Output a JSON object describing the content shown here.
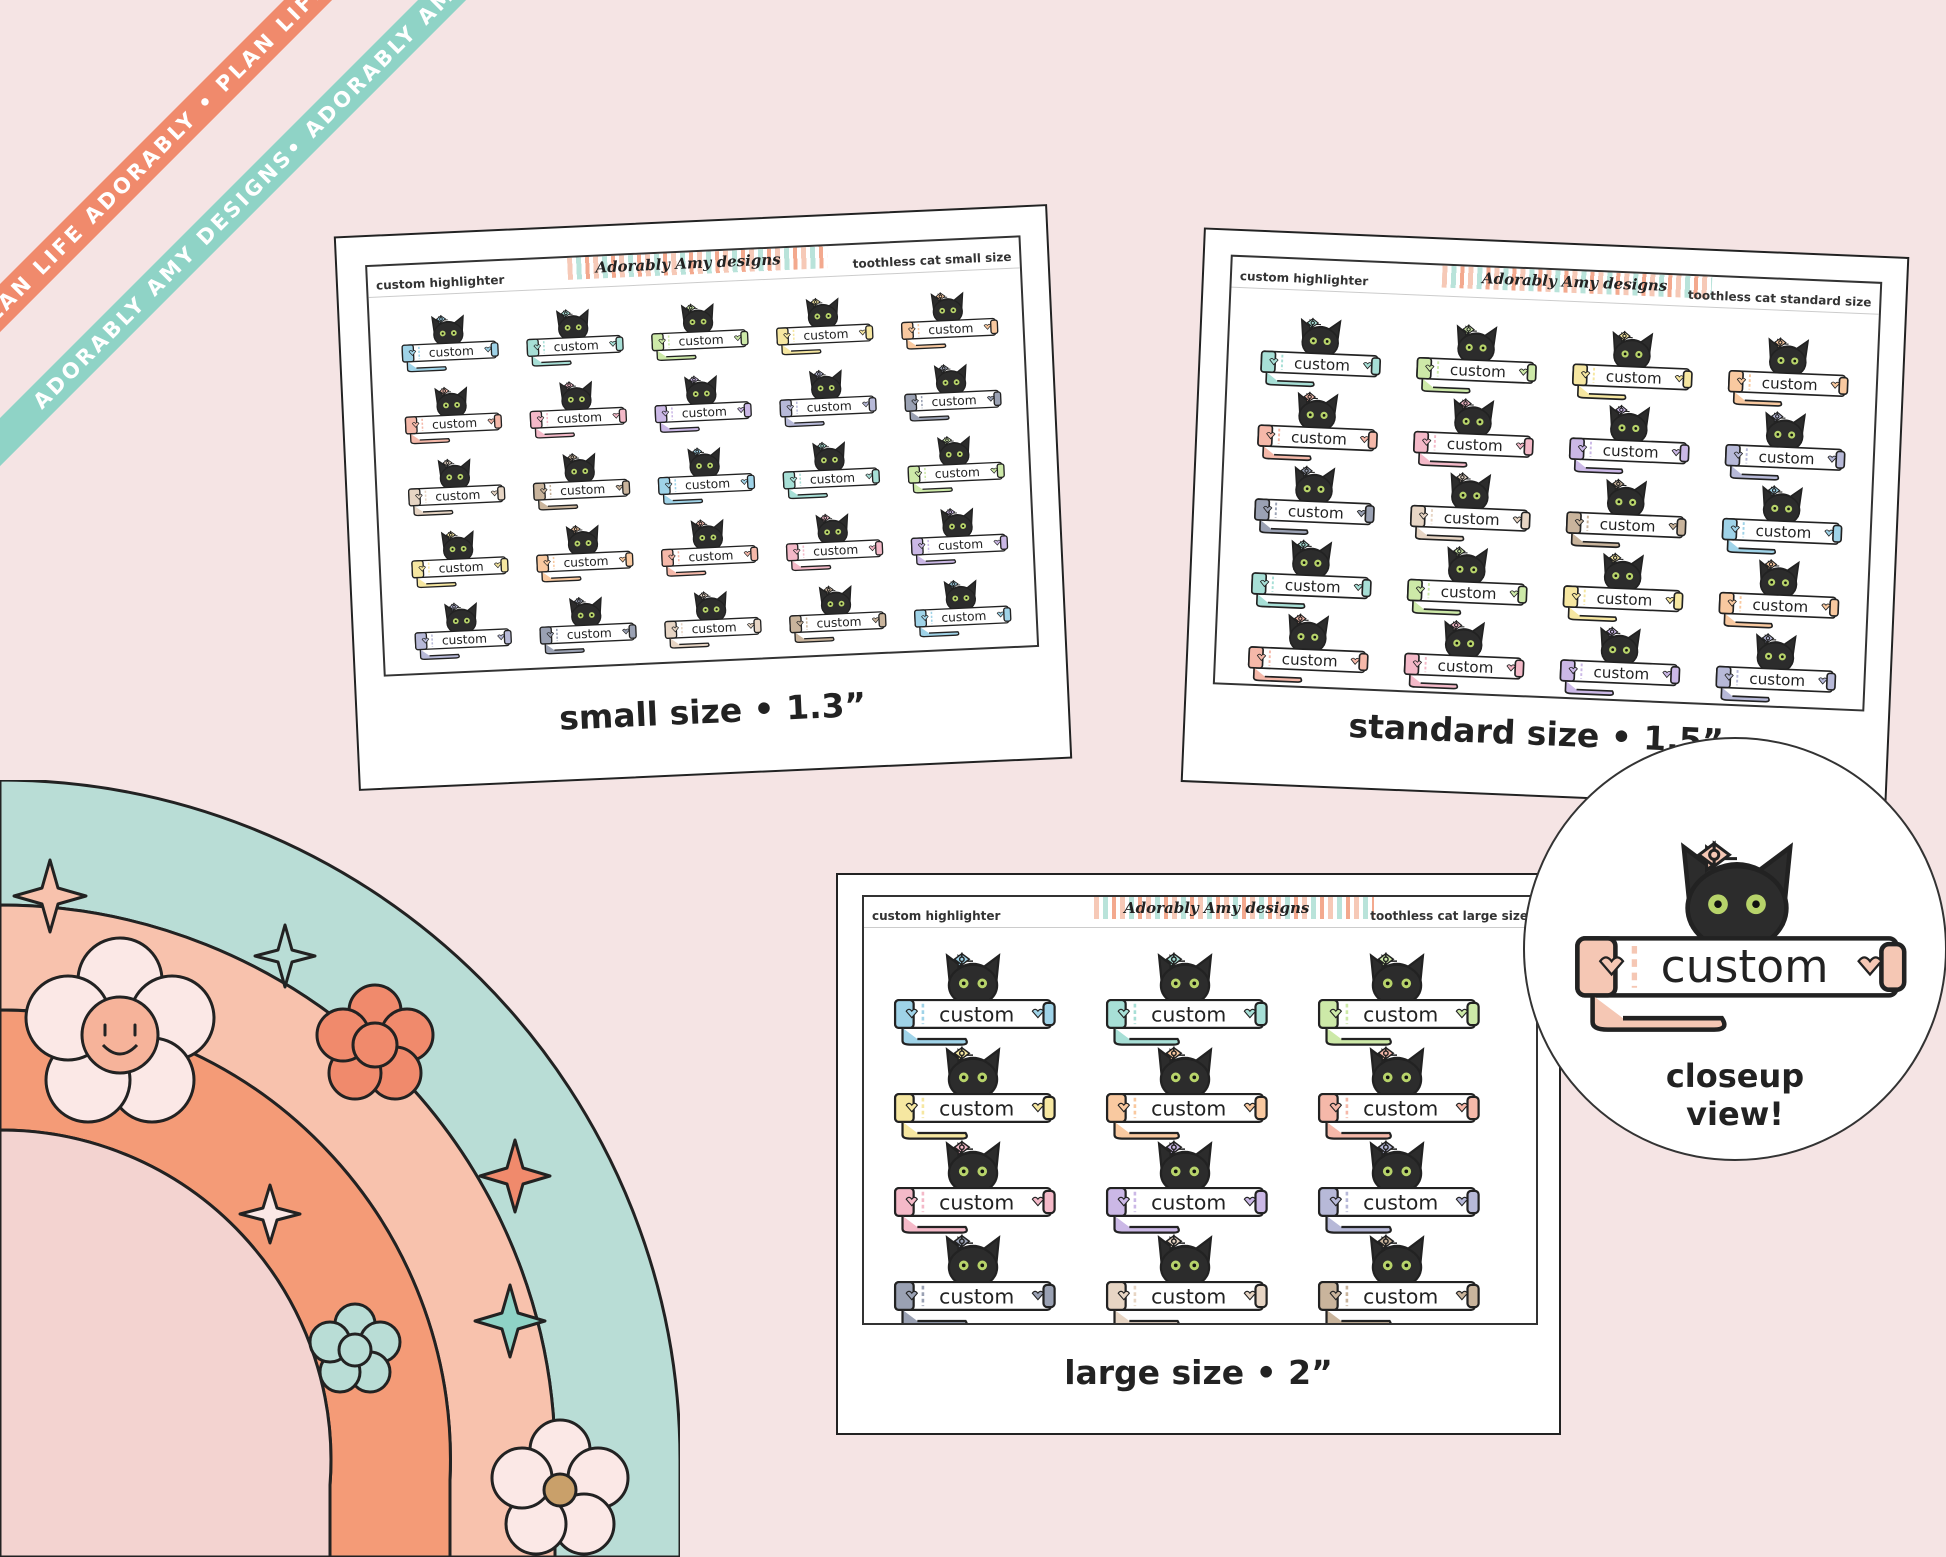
{
  "ribbons": {
    "coral_text": "PLAN LIFE ADORABLY • PLAN LIFE ADORABLY • PLAN LIFE AD",
    "mint_text": "ADORABLY AMY DESIGNS• ADORABLY AMY DESIGNS •"
  },
  "brand": "Adorably Amy designs",
  "sticker_text": "custom",
  "sheets": {
    "small": {
      "left_title": "custom highlighter",
      "right_title": "toothless cat small size",
      "caption": "small size • 1.3”"
    },
    "standard": {
      "left_title": "custom highlighter",
      "right_title": "toothless cat standard size",
      "caption": "standard size • 1.5”"
    },
    "large": {
      "left_title": "custom highlighter",
      "right_title": "toothless cat large size",
      "caption": "large size • 2”"
    }
  },
  "closeup": {
    "label_line1": "closeup",
    "label_line2": "view!"
  },
  "colors": {
    "background": "#f5e4e4",
    "ribbon_coral": "#f08a6c",
    "ribbon_mint": "#8fd3c6",
    "rainbow_outer": "#b9ddd6",
    "rainbow_mid": "#f8c2ad",
    "rainbow_orange": "#f49b77",
    "rainbow_inner": "#f3d3d0",
    "pen_palette": [
      "#9fd3e8",
      "#a7dfd6",
      "#cde9a8",
      "#f6e7a1",
      "#f9c9a0",
      "#f5b8a9",
      "#f4b9c8",
      "#cbb8e6",
      "#b7b9d8",
      "#9aa1b3",
      "#e7d5c4",
      "#c9b49c"
    ]
  }
}
